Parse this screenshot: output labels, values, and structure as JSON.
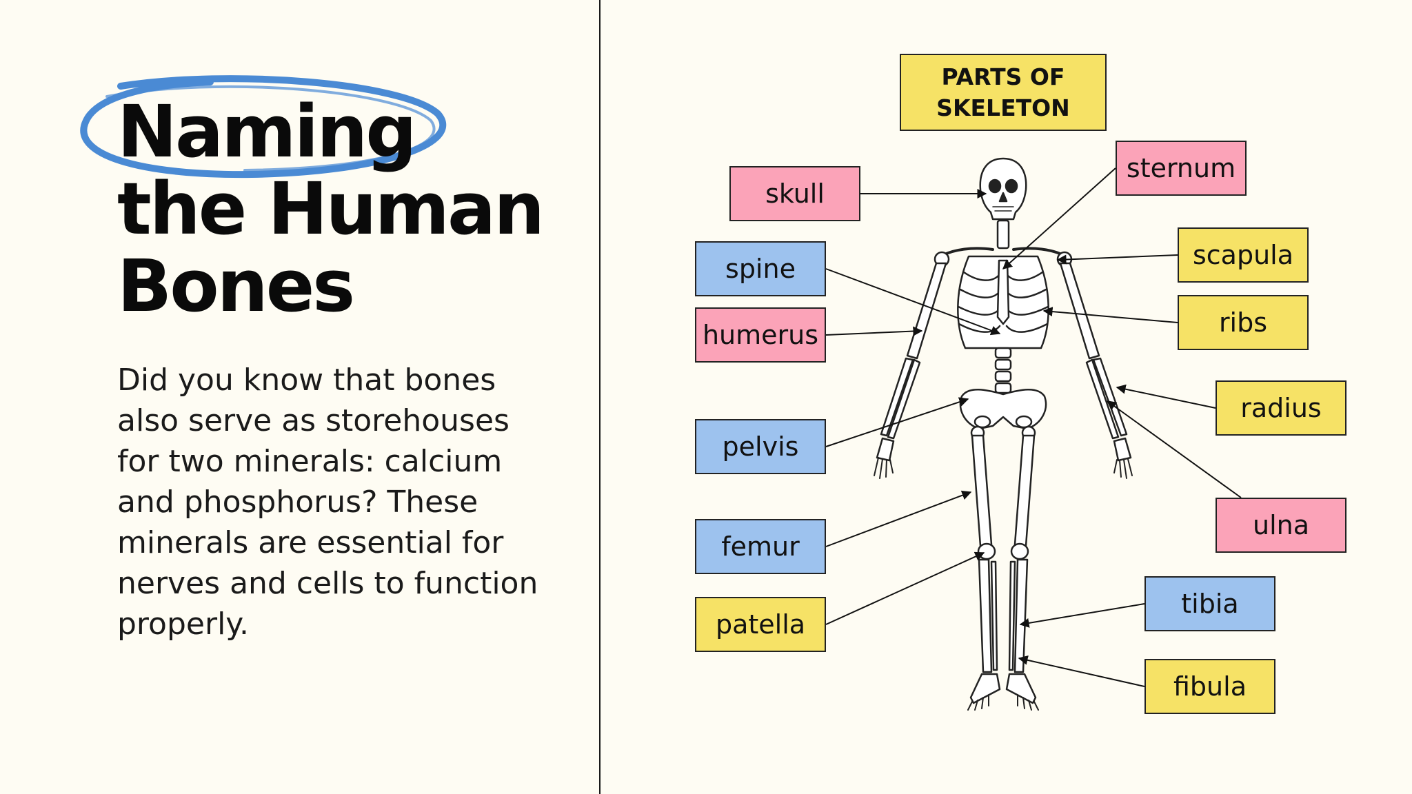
{
  "title": {
    "line1": "Naming",
    "line2": "the Human",
    "line3": "Bones"
  },
  "body": "Did you know that bones also serve as storehouses for two minerals: calcium and phosphorus? These minerals are essential for nerves and cells to function properly.",
  "diagram": {
    "header": "PARTS OF\nSKELETON",
    "colors": {
      "pink": "#fba3b8",
      "blue": "#9dc2ee",
      "yellow": "#f6e266",
      "accent_oval": "#4a8ad4"
    },
    "labels": {
      "skull": "skull",
      "spine": "spine",
      "humerus": "humerus",
      "pelvis": "pelvis",
      "femur": "femur",
      "patella": "patella",
      "sternum": "sternum",
      "scapula": "scapula",
      "ribs": "ribs",
      "radius": "radius",
      "ulna": "ulna",
      "tibia": "tibia",
      "fibula": "fibula"
    }
  }
}
